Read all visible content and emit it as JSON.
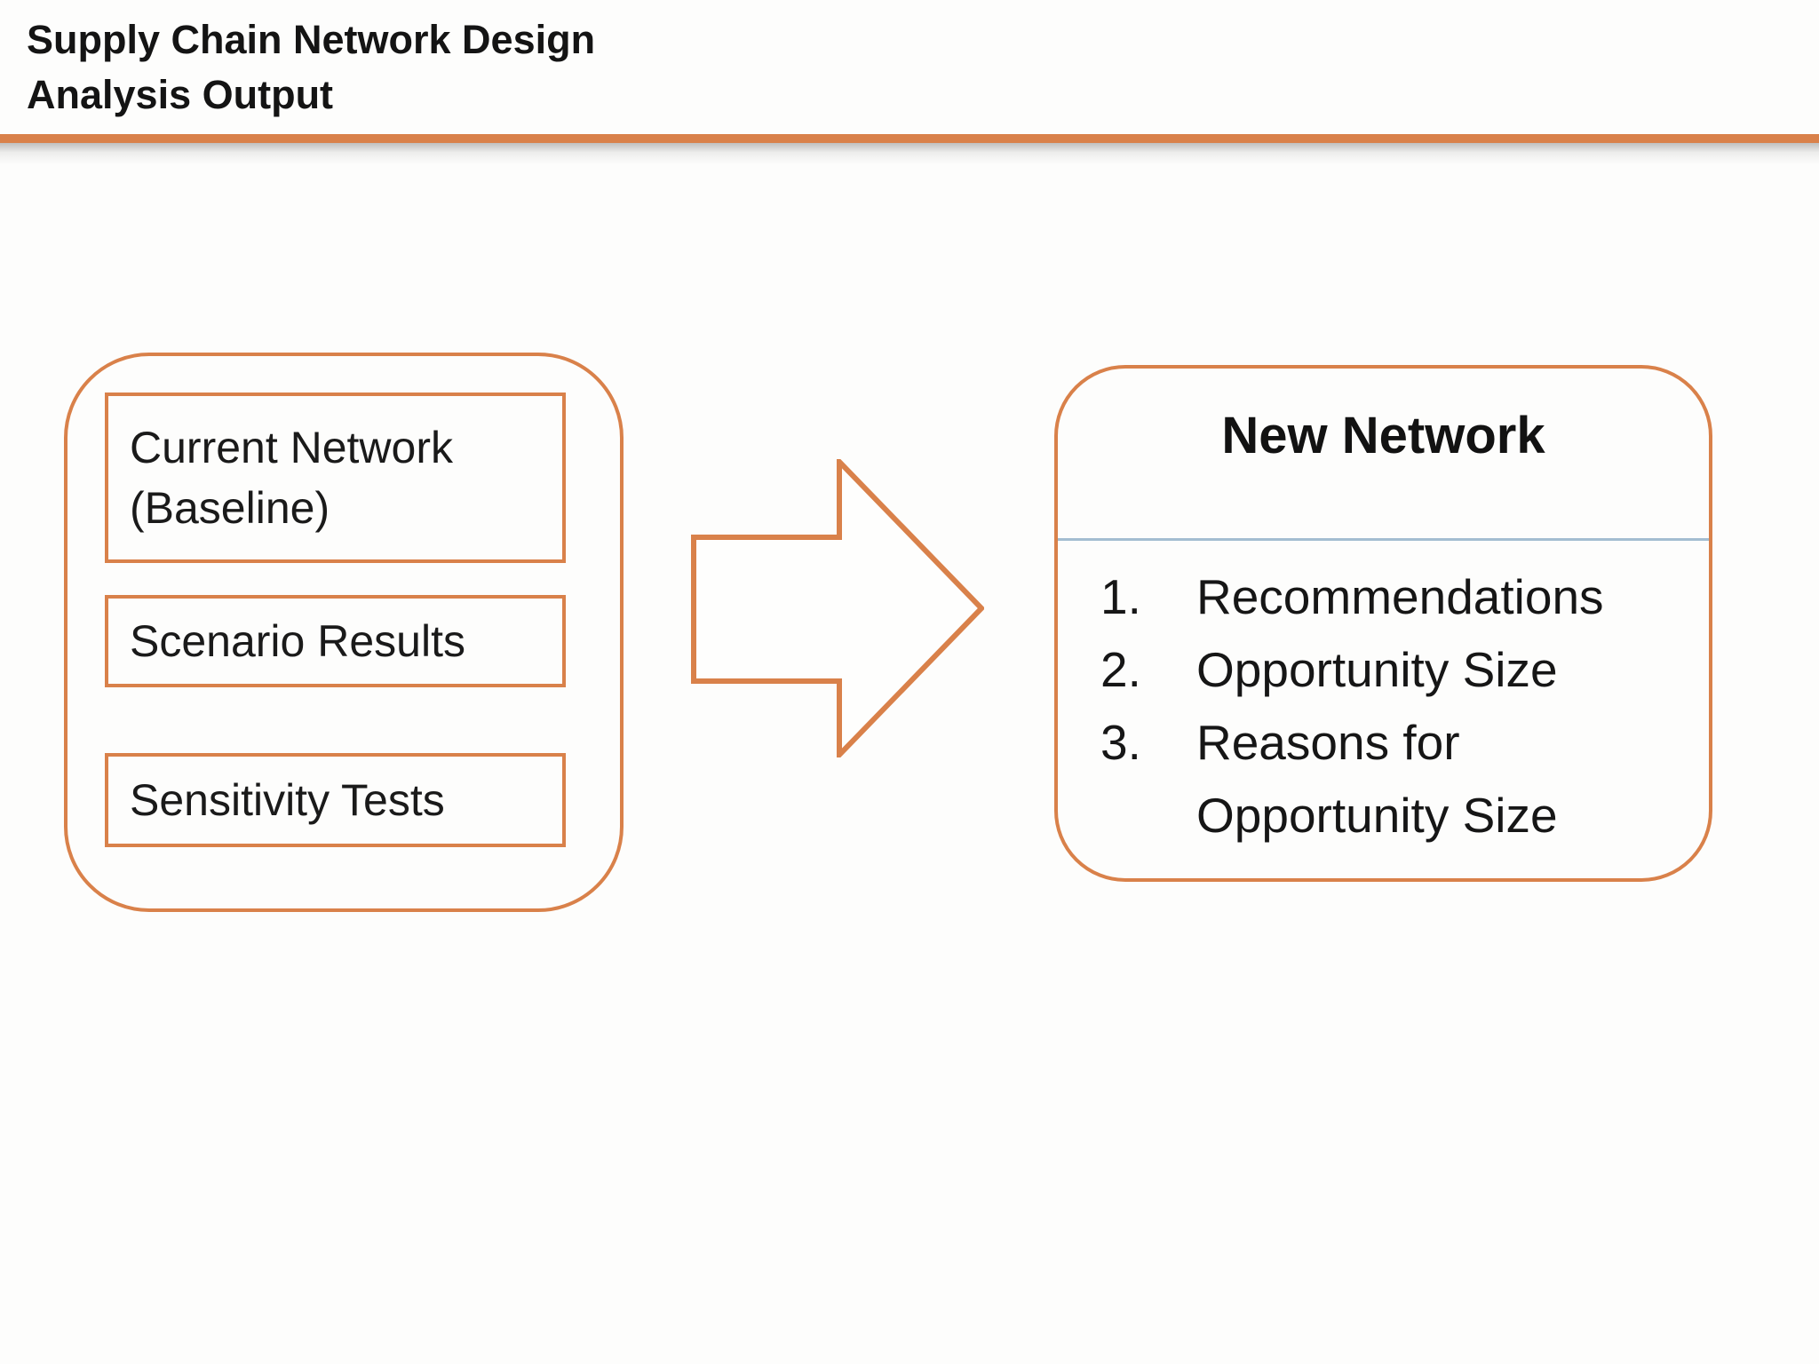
{
  "slide": {
    "title": {
      "line1": "Supply Chain Network Design",
      "line2": "Analysis Output"
    }
  },
  "left_panel": {
    "boxes": [
      {
        "label": "Current Network (Baseline)"
      },
      {
        "label": "Scenario Results"
      },
      {
        "label": "Sensitivity Tests"
      }
    ]
  },
  "arrow": {
    "icon": "right-block-arrow-icon"
  },
  "right_panel": {
    "title": "New Network",
    "items": [
      {
        "number": "1.",
        "text": "Recommendations"
      },
      {
        "number": "2.",
        "text": "Opportunity  Size"
      },
      {
        "number": "3.",
        "text": "Reasons for\nOpportunity Size"
      }
    ]
  },
  "colors": {
    "accent_orange": "#D9814A",
    "separator_blue": "#A3BDD1",
    "text": "#1A1A1A"
  }
}
